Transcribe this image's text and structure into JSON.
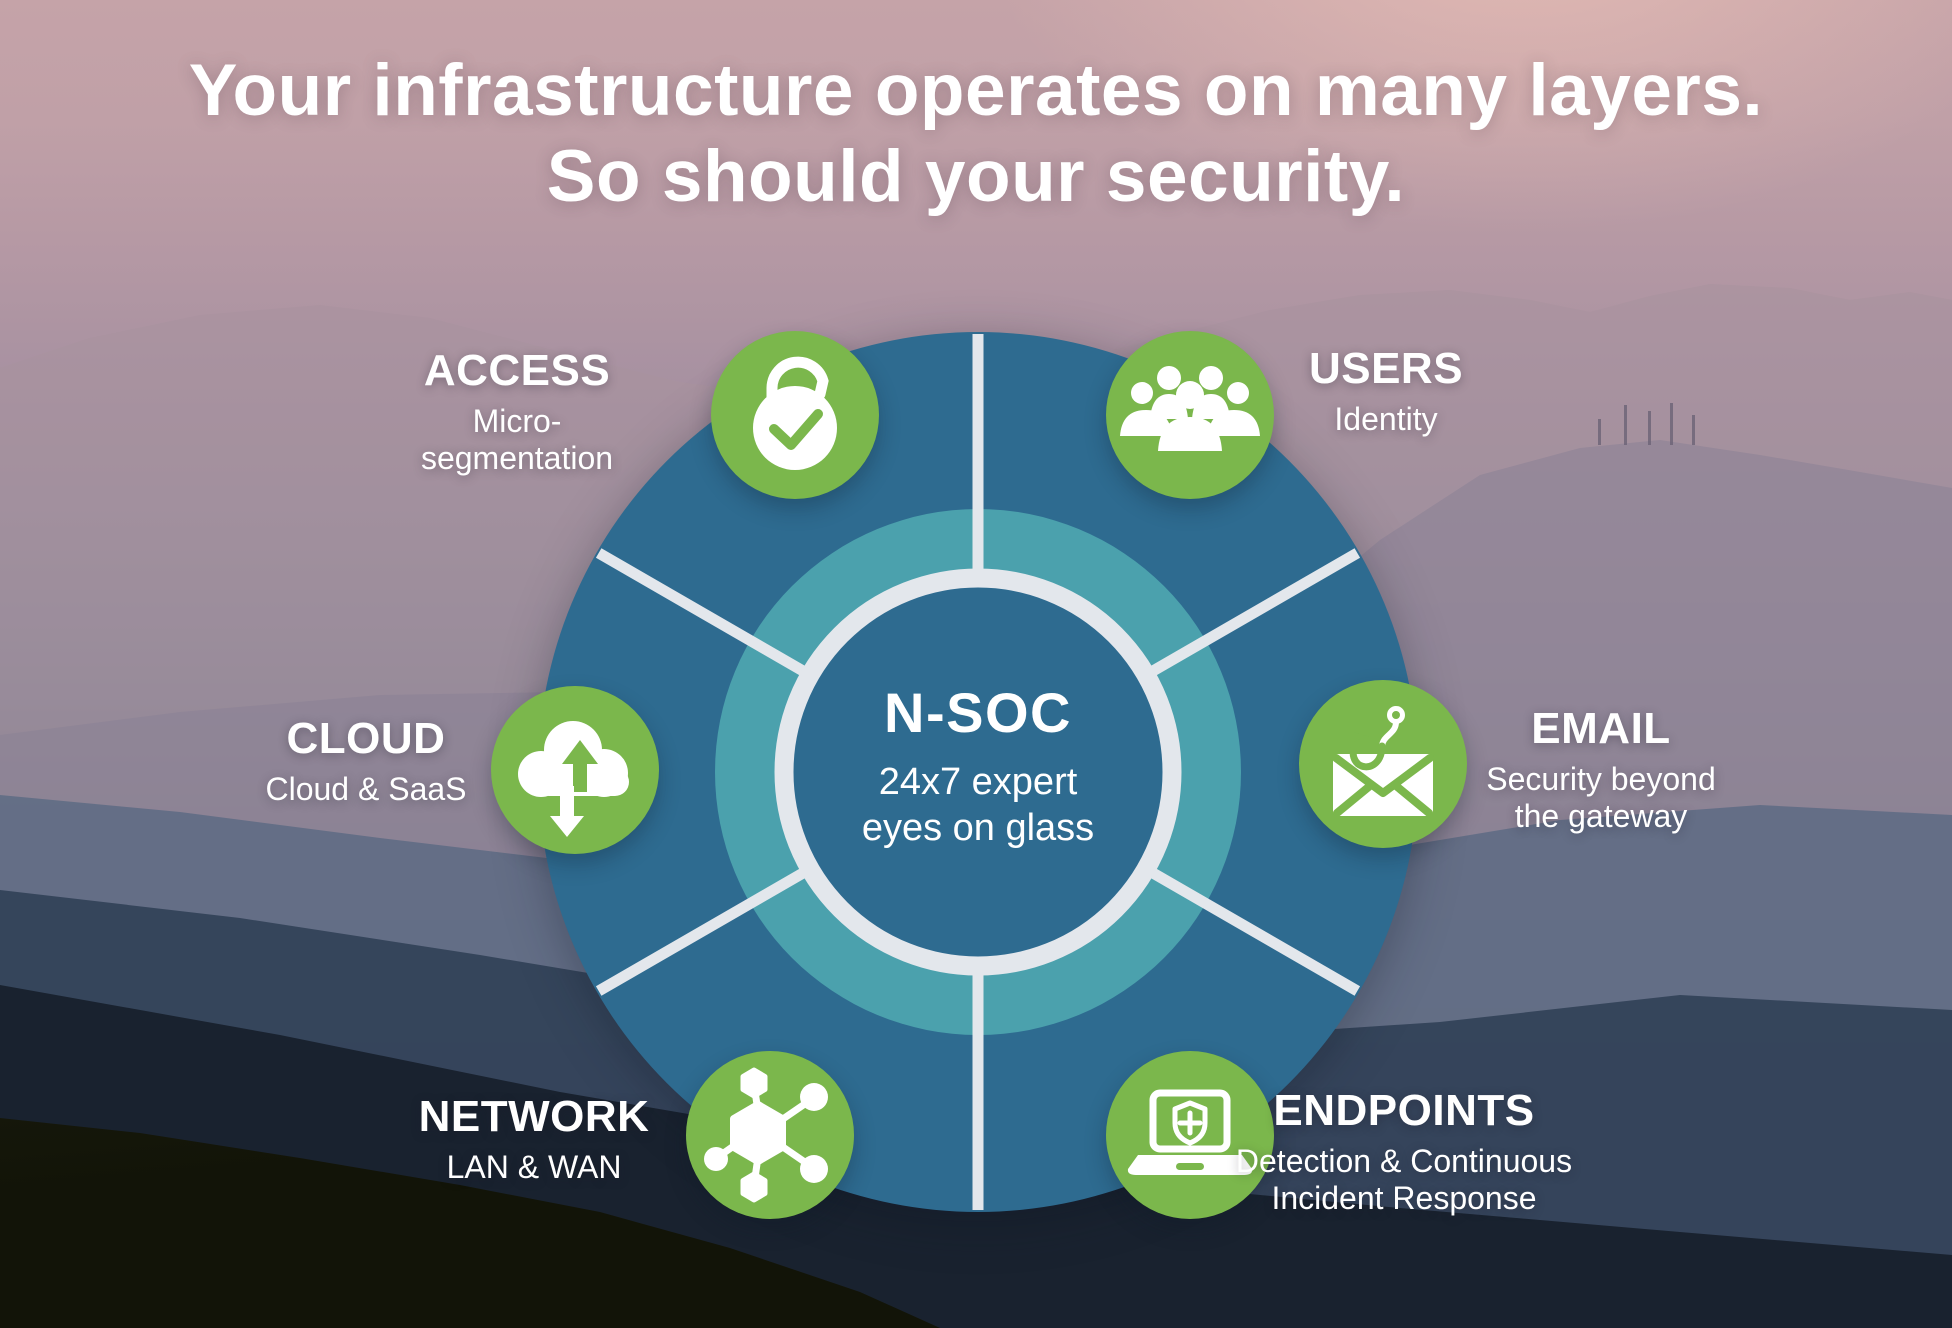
{
  "title": {
    "line1": "Your infrastructure operates on many layers.",
    "line2": "So should your security."
  },
  "hub": {
    "heading": "N-SOC",
    "sub_line1": "24x7 expert",
    "sub_line2": "eyes on glass"
  },
  "sections": {
    "access": {
      "label": "ACCESS",
      "sub1": "Micro-",
      "sub2": "segmentation",
      "icon": "unlocked-padlock-check-icon"
    },
    "users": {
      "label": "USERS",
      "sub1": "Identity",
      "icon": "people-group-icon"
    },
    "cloud": {
      "label": "CLOUD",
      "sub1": "Cloud & SaaS",
      "icon": "cloud-sync-arrows-icon"
    },
    "email": {
      "label": "EMAIL",
      "sub1": "Security beyond",
      "sub2": "the gateway",
      "icon": "phishing-hook-envelope-icon"
    },
    "network": {
      "label": "NETWORK",
      "sub1": "LAN & WAN",
      "icon": "network-nodes-icon"
    },
    "endpoints": {
      "label": "ENDPOINTS",
      "sub1": "Detection & Continuous",
      "sub2": "Incident Response",
      "icon": "laptop-shield-icon"
    }
  },
  "colors": {
    "accent_green": "#7bb74c",
    "wheel_outer_blue": "#2e6b90",
    "wheel_inner_teal": "#4ba1ad",
    "divider_white": "#e3e7ec",
    "text_white": "#ffffff"
  }
}
